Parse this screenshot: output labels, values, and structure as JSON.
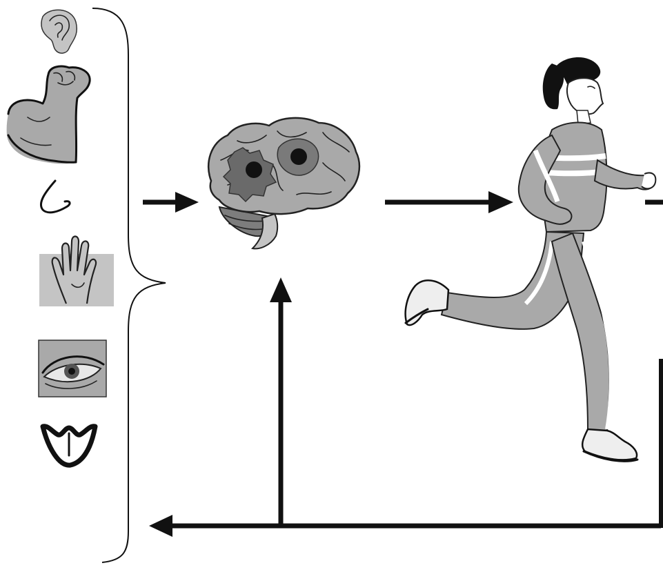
{
  "diagram": {
    "title": "",
    "labels": [],
    "senses": [
      {
        "name": "ear",
        "icon": "ear-icon"
      },
      {
        "name": "muscle",
        "icon": "flexed-arm-icon"
      },
      {
        "name": "nose",
        "icon": "nose-icon"
      },
      {
        "name": "hand",
        "icon": "hand-icon"
      },
      {
        "name": "eye",
        "icon": "eye-icon"
      },
      {
        "name": "tongue",
        "icon": "tongue-icon"
      }
    ],
    "processor": {
      "name": "brain",
      "icon": "brain-icon"
    },
    "output": {
      "name": "runner",
      "icon": "running-woman-icon"
    },
    "flow": [
      {
        "from": "senses",
        "to": "brain"
      },
      {
        "from": "brain",
        "to": "runner"
      },
      {
        "from": "runner",
        "to": "senses",
        "type": "feedback"
      },
      {
        "from": "feedback-line",
        "to": "brain",
        "type": "feedback"
      }
    ],
    "colors": {
      "ink": "#111111",
      "shade": "#a9a9a9",
      "highlight": "#7a7a7a",
      "background": "#ffffff"
    }
  }
}
